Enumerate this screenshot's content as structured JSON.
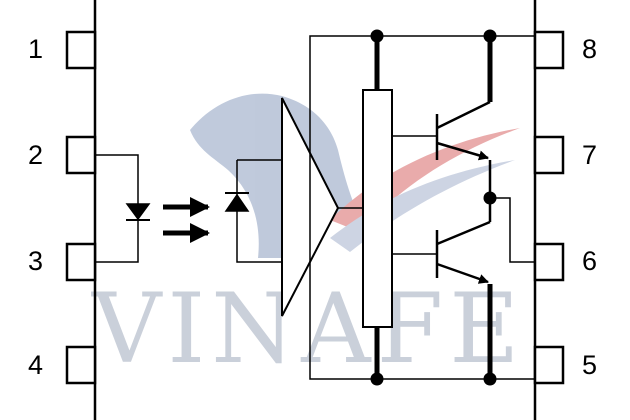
{
  "watermark": {
    "text": "VINAFE",
    "color": "#c5cbd6",
    "accent_red": "#e7a3a3",
    "accent_blue": "#b9c4d8",
    "icon": "horse-head-logo"
  },
  "pins": {
    "left": [
      "1",
      "2",
      "3",
      "4"
    ],
    "right": [
      "8",
      "7",
      "6",
      "5"
    ]
  },
  "colors": {
    "line": "#000000",
    "background": "#ffffff"
  }
}
